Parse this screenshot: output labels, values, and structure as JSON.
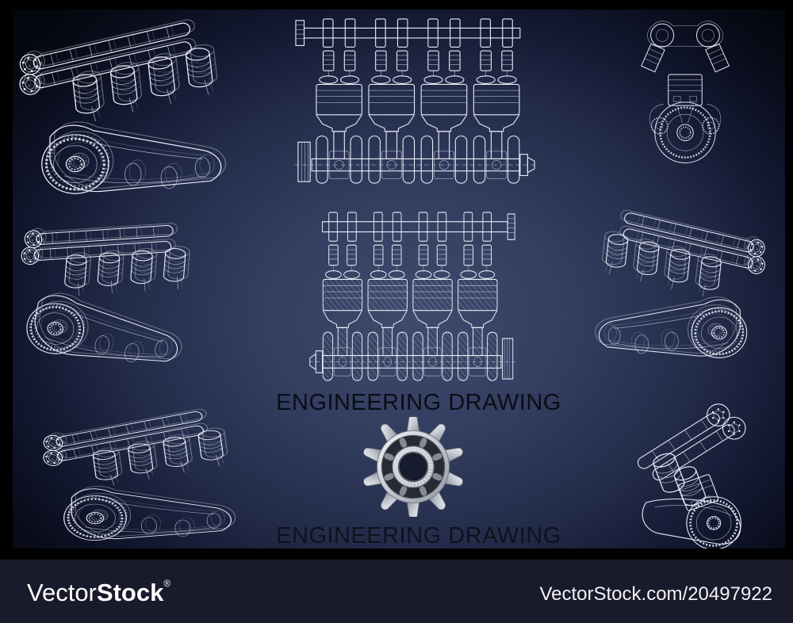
{
  "titles": {
    "primary": "ENGINEERING DRAWING",
    "secondary": "ENGINEERING DRAWING"
  },
  "watermark": {
    "brand_light": "Vector",
    "brand_bold": "Stock",
    "registered_mark": "®",
    "credit_url": "VectorStock.com/20497922"
  },
  "drawings": {
    "top_left": "isometric-four-cylinder-engine",
    "top_center": "camshaft-pistons-crankshaft-front-view",
    "top_right": "v-twin-piston-assembly",
    "mid_left": "isometric-engine-tilted",
    "mid_center": "engine-internals-hatched-front-view",
    "mid_right": "isometric-engine-mirrored",
    "bottom_left": "isometric-engine-wide",
    "bottom_right": "two-cylinder-engine-fragment",
    "center": "metal-gear"
  },
  "colors": {
    "background_center": "#3f4a6d",
    "background_edge": "#05070f",
    "frame": "#000000",
    "footer_bar": "#191a2b",
    "line_work": "#e8edf7",
    "title_text": "#0a0d16",
    "gear_metal_light": "#eef1f5",
    "gear_metal_dark": "#8e939e"
  }
}
